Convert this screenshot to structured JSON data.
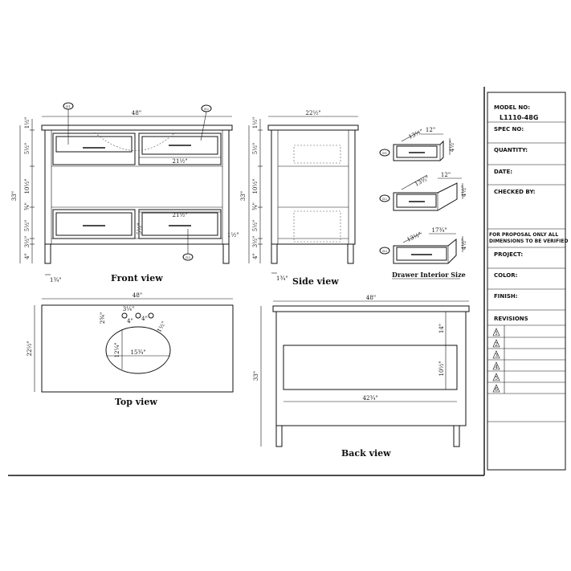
{
  "title_block": {
    "model_no_label": "MODEL NO:",
    "model_no_value": "L1110-48G",
    "spec_no_label": "SPEC NO:",
    "quantity_label": "QUANTITY:",
    "date_label": "DATE:",
    "checked_by_label": "CHECKED BY:",
    "proposal_note_line1": "FOR PROPOSAL ONLY ALL",
    "proposal_note_line2": "DIMENSIONS TO BE VERIFIED",
    "project_label": "PROJECT:",
    "color_label": "COLOR:",
    "finish_label": "FINISH:",
    "revisions_label": "REVISIONS",
    "revision_numbers": [
      "1",
      "2",
      "3",
      "4",
      "5",
      "6"
    ]
  },
  "views": {
    "front_view": "Front view",
    "side_view": "Side view",
    "top_view": "Top view",
    "back_view": "Back view",
    "drawer_interior": "Drawer Interior Size"
  },
  "front_dims": {
    "width": "48\"",
    "overall_height": "33\"",
    "top_thk": "1½\"",
    "drawer_h1": "5½\"",
    "mid_open": "10½\"",
    "rail": "¾\"",
    "drawer_h2": "5½\"",
    "base": "3½\"",
    "leg": "4\"",
    "drawer_w_top": "21½\"",
    "drawer_w_bottom": "21½\"",
    "drawer_h_right": "5½\"",
    "bottom_right": "1½\"",
    "leg_w": "1¾\""
  },
  "callouts": {
    "top_left": "D1",
    "top_right": "D2",
    "bottom_center": "D3",
    "drawer1": "D1",
    "drawer2": "D2",
    "drawer3": "D3"
  },
  "side_dims": {
    "depth": "22½\"",
    "overall_height": "33\"",
    "top_thk": "1½\"",
    "drawer_h1": "5½\"",
    "mid_open": "10½\"",
    "rail": "¾\"",
    "drawer_h2": "5½\"",
    "base": "3½\"",
    "leg": "4\"",
    "leg_w": "1¾\""
  },
  "drawer_dims": {
    "d1_width": "12\"",
    "d1_depth": "13½\"",
    "d1_height": "4½\"",
    "d2_width": "12\"",
    "d2_depth": "13½\"",
    "d2_height": "4½\"",
    "d3_width": "17¾\"",
    "d3_depth": "13½\"",
    "d3_height": "4½\""
  },
  "top_dims": {
    "width": "48\"",
    "depth": "22½\"",
    "faucet_a": "2¾\"",
    "faucet_b": "4\"",
    "faucet_c": "4\"",
    "faucet_d": "1½\"",
    "bowl_depth": "12¼\"",
    "bowl_width": "15¾\"",
    "hole": "3¼\""
  },
  "back_dims": {
    "width": "48\"",
    "height": "33\"",
    "panel_top": "14\"",
    "panel_h": "10½\"",
    "panel_w": "42¾\""
  }
}
